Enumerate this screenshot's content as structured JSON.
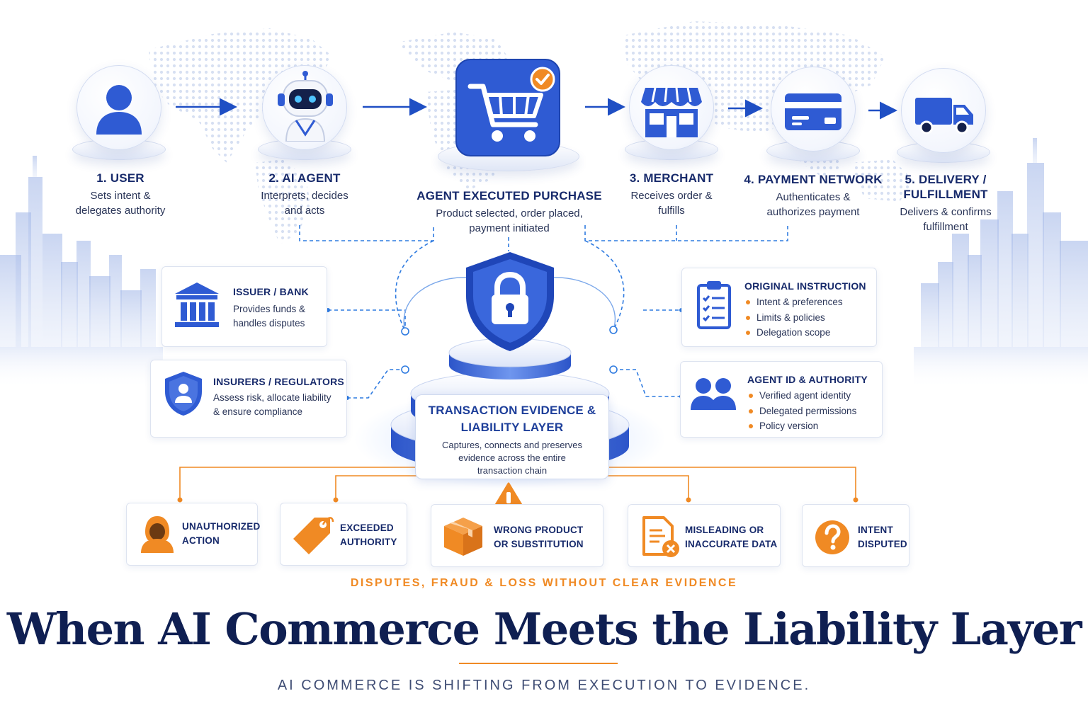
{
  "steps": [
    {
      "title": "1. USER",
      "desc_lines": [
        "Sets intent &",
        "delegates authority"
      ],
      "icon": "user-icon"
    },
    {
      "title": "2. AI AGENT",
      "desc_lines": [
        "Interprets, decides",
        "and acts"
      ],
      "icon": "robot-icon"
    },
    {
      "title": "AGENT EXECUTED PURCHASE",
      "desc_lines": [
        "Product selected, order placed,",
        "payment initiated"
      ],
      "icon": "shopping-cart-icon"
    },
    {
      "title": "3. MERCHANT",
      "desc_lines": [
        "Receives order &",
        "fulfills"
      ],
      "icon": "storefront-icon"
    },
    {
      "title": "4. PAYMENT NETWORK",
      "desc_lines": [
        "Authenticates &",
        "authorizes payment"
      ],
      "icon": "credit-card-icon"
    },
    {
      "title_lines": [
        "5. DELIVERY /",
        "FULFILLMENT"
      ],
      "desc_lines": [
        "Delivers & confirms",
        "fulfillment"
      ],
      "icon": "truck-icon"
    }
  ],
  "left_cards": [
    {
      "title": "ISSUER / BANK",
      "desc_lines": [
        "Provides funds &",
        "handles disputes"
      ],
      "icon": "bank-icon"
    },
    {
      "title": "INSURERS / REGULATORS",
      "desc_lines": [
        "Assess risk, allocate liability",
        "& ensure compliance"
      ],
      "icon": "shield-person-icon"
    }
  ],
  "right_cards": [
    {
      "title": "ORIGINAL INSTRUCTION",
      "bullets": [
        "Intent & preferences",
        "Limits & policies",
        "Delegation scope"
      ],
      "icon": "clipboard-checklist-icon"
    },
    {
      "title": "AGENT ID & AUTHORITY",
      "bullets": [
        "Verified agent identity",
        "Delegated permissions",
        "Policy version"
      ],
      "icon": "people-icon"
    }
  ],
  "core": {
    "title_lines": [
      "TRANSACTION EVIDENCE &",
      "LIABILITY LAYER"
    ],
    "desc_lines": [
      "Captures, connects and preserves",
      "evidence across the entire",
      "transaction chain"
    ],
    "icon": "shield-lock-icon"
  },
  "risks": [
    {
      "label_lines": [
        "UNAUTHORIZED",
        "ACTION"
      ],
      "icon": "hooded-figure-icon"
    },
    {
      "label_lines": [
        "EXCEEDED",
        "AUTHORITY"
      ],
      "icon": "price-tag-icon"
    },
    {
      "label_lines": [
        "WRONG PRODUCT",
        "OR SUBSTITUTION"
      ],
      "icon": "package-box-icon"
    },
    {
      "label_lines": [
        "MISLEADING OR",
        "INACCURATE DATA"
      ],
      "icon": "document-error-icon"
    },
    {
      "label_lines": [
        "INTENT",
        "DISPUTED"
      ],
      "icon": "question-icon"
    }
  ],
  "warning_icon": "warning-icon",
  "banner": "DISPUTES, FRAUD & LOSS WITHOUT CLEAR EVIDENCE",
  "headline": "When AI Commerce Meets the Liability Layer",
  "subline": "AI COMMERCE IS SHIFTING FROM EXECUTION TO EVIDENCE.",
  "colors": {
    "primary_blue": "#2f5bd3",
    "dark_navy": "#0f1f52",
    "accent_orange": "#f08a24"
  }
}
